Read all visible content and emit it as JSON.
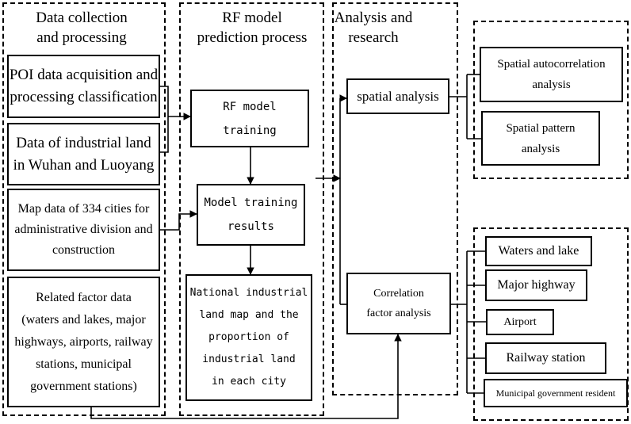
{
  "columns": {
    "data_collection": {
      "title": "Data collection\nand processing",
      "poi": "POI data acquisition and\nprocessing classification",
      "industrial": "Data of industrial land\nin Wuhan and Luoyang",
      "map": "Map data of 334 cities for\nadministrative division and\nconstruction",
      "factors": "Related factor data\n(waters and lakes, major\nhighways, airports, railway\nstations, municipal\ngovernment stations)"
    },
    "rf_model": {
      "title": "RF model\nprediction process",
      "training": "RF model\ntraining",
      "results": "Model training\nresults",
      "output": "National industrial\nland map and the\nproportion of\nindustrial land\nin each city"
    },
    "analysis": {
      "title": "Analysis and\nresearch",
      "spatial": "spatial analysis",
      "correlation": "Correlation\nfactor analysis"
    },
    "spatial_group": {
      "autocorrelation": "Spatial autocorrelation\nanalysis",
      "pattern": "Spatial pattern\nanalysis"
    },
    "factor_group": {
      "waters": "Waters and lake",
      "highway": "Major highway",
      "airport": "Airport",
      "railway": "Railway station",
      "municipal": "Municipal government resident"
    }
  }
}
